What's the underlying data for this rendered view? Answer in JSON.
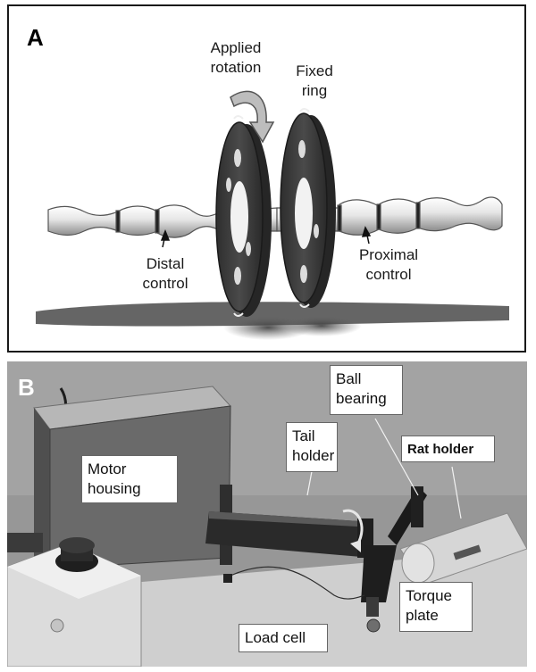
{
  "panel_a": {
    "letter": "A",
    "labels": {
      "applied_rotation": "Applied\nrotation",
      "fixed_ring": "Fixed\nring",
      "distal_control": "Distal\ncontrol",
      "proximal_control": "Proximal\ncontrol"
    }
  },
  "panel_b": {
    "letter": "B",
    "labels": {
      "motor_housing": "Motor\nhousing",
      "tail_holder": "Tail\nholder",
      "ball_bearing": "Ball\nbearing",
      "rat_holder": "Rat holder",
      "torque_plate": "Torque\nplate",
      "load_cell": "Load cell"
    }
  }
}
